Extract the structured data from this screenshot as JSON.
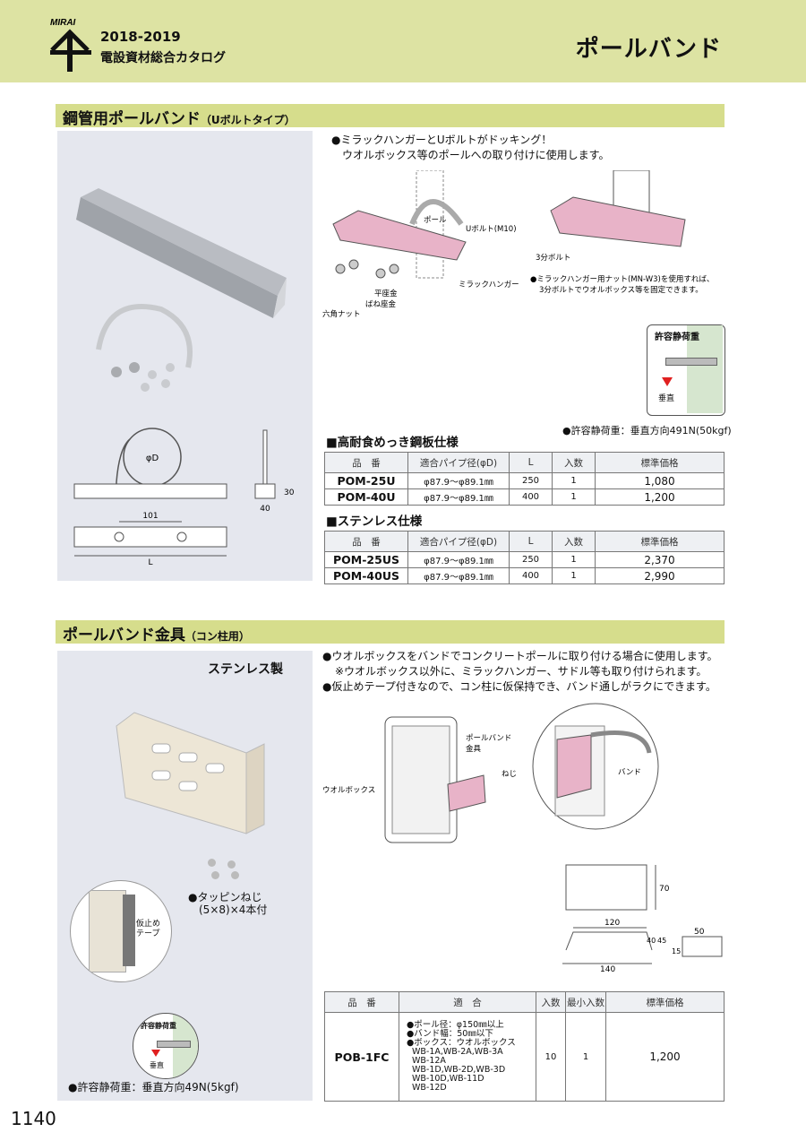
{
  "header": {
    "brand": "MIRAI",
    "year": "2018-2019",
    "catalog": "電設資材総合カタログ",
    "page_title": "ポールバンド"
  },
  "section1": {
    "title": "鋼管用ポールバンド",
    "subtitle": "（Uボルトタイプ）",
    "notes": [
      "●ミラックハンガーとUボルトがドッキング！",
      "ウオルボックス等のポールへの取り付けに使用します。"
    ],
    "diagram_labels": {
      "pole": "ポール",
      "ubolt": "Uボルト(M10)",
      "flat_washer": "平座金",
      "spring_washer": "ばね座金",
      "hex_nut": "六角ナット",
      "hanger": "ミラックハンガー",
      "bolt3": "3分ボルト",
      "nut_note_1": "●ミラックハンガー用ナット(MN-W3)を使用すれば、",
      "nut_note_2": "3分ボルトでウオルボックス等を固定できます。",
      "allow_load": "許容静荷重",
      "vertical": "垂直"
    },
    "dims": {
      "phi": "φD",
      "d101": "101",
      "L": "L",
      "d40": "40",
      "d30": "30"
    },
    "load_note": "●許容静荷重：垂直方向491N(50kgf)",
    "table_headers": [
      "品　番",
      "適合パイプ径(φD)",
      "L",
      "入数",
      "標準価格"
    ],
    "spec1_title": "■高耐食めっき鋼板仕様",
    "spec1_rows": [
      [
        "POM-25U",
        "φ87.9～φ89.1㎜",
        "250",
        "1",
        "1,080"
      ],
      [
        "POM-40U",
        "φ87.9～φ89.1㎜",
        "400",
        "1",
        "1,200"
      ]
    ],
    "spec2_title": "■ステンレス仕様",
    "spec2_rows": [
      [
        "POM-25US",
        "φ87.9～φ89.1㎜",
        "250",
        "1",
        "2,370"
      ],
      [
        "POM-40US",
        "φ87.9～φ89.1㎜",
        "400",
        "1",
        "2,990"
      ]
    ]
  },
  "section2": {
    "title": "ポールバンド金具",
    "subtitle": "（コン柱用）",
    "material": "ステンレス製",
    "notes": [
      "●ウオルボックスをバンドでコンクリートポールに取り付ける場合に使用します。",
      "※ウオルボックス以外に、ミラックハンガー、サドル等も取り付けられます。",
      "●仮止めテープ付きなので、コン柱に仮保持でき、バンド通しがラクにできます。"
    ],
    "screw_note_1": "●タッピンねじ",
    "screw_note_2": "(5×8)×4本付",
    "tape_label_1": "仮止め",
    "tape_label_2": "テープ",
    "allow_load": "許容静荷重",
    "vertical": "垂直",
    "load_note": "●許容静荷重：垂直方向49N(5kgf)",
    "diagram_labels": {
      "bracket_1": "ポールバンド",
      "bracket_2": "金具",
      "screw": "ねじ",
      "wallbox": "ウオルボックス",
      "band": "バンド"
    },
    "dims": {
      "d70": "70",
      "d120": "120",
      "d40": "40",
      "d45": "45",
      "d140": "140",
      "d15": "15",
      "d50": "50"
    },
    "table_headers": [
      "品　番",
      "適　合",
      "入数",
      "最小入数",
      "標準価格"
    ],
    "row": {
      "part": "POB-1FC",
      "fit": [
        "●ポール径：φ150㎜以上",
        "●バンド幅：50㎜以下",
        "●ボックス：ウオルボックス",
        "WB-1A,WB-2A,WB-3A",
        "WB-12A",
        "WB-1D,WB-2D,WB-3D",
        "WB-10D,WB-11D",
        "WB-12D"
      ],
      "qty": "10",
      "min_qty": "1",
      "price": "1,200"
    }
  },
  "footer": {
    "page_number": "1140"
  },
  "colors": {
    "header_bg": "#dde3a3",
    "section_bar": "#d6dd8c",
    "panel_bg": "#e5e7ee",
    "accent_pink": "#e8b3c8",
    "arrow_red": "#e02020"
  }
}
